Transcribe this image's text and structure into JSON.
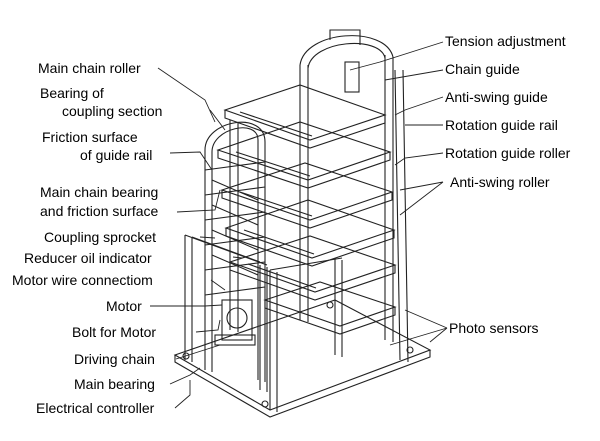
{
  "labels_left": [
    {
      "id": "main-chain-roller",
      "text": "Main chain roller"
    },
    {
      "id": "bearing-coupling-1",
      "text": "Bearing of"
    },
    {
      "id": "bearing-coupling-2",
      "text": "coupling section"
    },
    {
      "id": "friction-guide-1",
      "text": "Friction surface"
    },
    {
      "id": "friction-guide-2",
      "text": "of guide rail"
    },
    {
      "id": "main-chain-bearing-1",
      "text": "Main chain bearing"
    },
    {
      "id": "main-chain-bearing-2",
      "text": "and friction surface"
    },
    {
      "id": "coupling-sprocket",
      "text": "Coupling sprocket"
    },
    {
      "id": "reducer-oil",
      "text": "Reducer oil indicator"
    },
    {
      "id": "motor-wire",
      "text": "Motor wire connectiom"
    },
    {
      "id": "motor",
      "text": "Motor"
    },
    {
      "id": "bolt-motor",
      "text": "Bolt for Motor"
    },
    {
      "id": "driving-chain",
      "text": "Driving chain"
    },
    {
      "id": "main-bearing",
      "text": "Main bearing"
    },
    {
      "id": "electrical-controller",
      "text": "Electrical controller"
    }
  ],
  "labels_right": [
    {
      "id": "tension-adjustment",
      "text": "Tension adjustment"
    },
    {
      "id": "chain-guide",
      "text": "Chain guide"
    },
    {
      "id": "anti-swing-guide",
      "text": "Anti-swing guide"
    },
    {
      "id": "rotation-guide-rail",
      "text": "Rotation guide rail"
    },
    {
      "id": "rotation-guide-roller",
      "text": "Rotation guide roller"
    },
    {
      "id": "anti-swing-roller",
      "text": "Anti-swing roller"
    },
    {
      "id": "photo-sensors",
      "text": "Photo sensors"
    }
  ]
}
